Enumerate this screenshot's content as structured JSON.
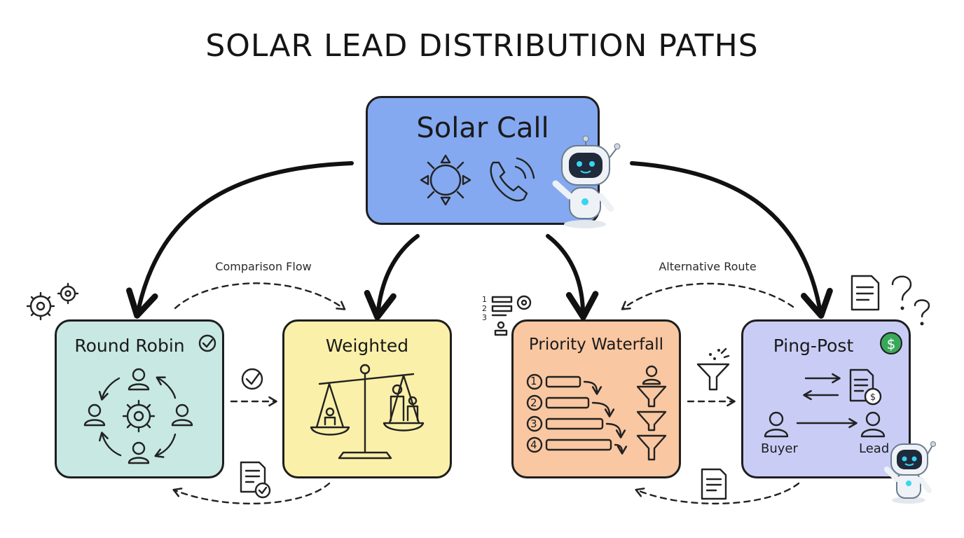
{
  "title": "SOLAR LEAD DISTRIBUTION PATHS",
  "source": {
    "label": "Solar Call"
  },
  "methods": {
    "round_robin": {
      "label": "Round Robin"
    },
    "weighted": {
      "label": "Weighted"
    },
    "priority_waterfall": {
      "label": "Priority Waterfall",
      "steps": [
        "1",
        "2",
        "3",
        "4"
      ]
    },
    "ping_post": {
      "label": "Ping-Post",
      "buyer_label": "Buyer",
      "lead_label": "Lead"
    }
  },
  "flows": {
    "comparison": "Comparison Flow",
    "alternative": "Alternative Route"
  },
  "side_list_numbers": [
    "1",
    "2",
    "3"
  ],
  "colors": {
    "source": "#84a9f0",
    "round_robin": "#c7e8e3",
    "weighted": "#fbf0a9",
    "priority_waterfall": "#f9c7a1",
    "ping_post": "#c9cdf6",
    "money": "#3aa85a"
  }
}
